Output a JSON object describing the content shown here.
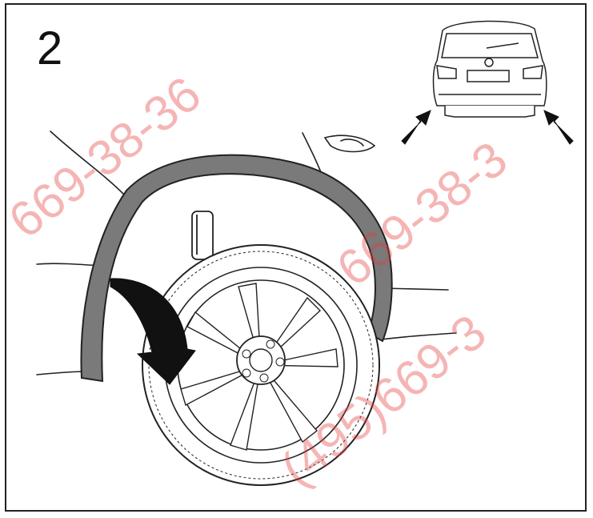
{
  "step_number": "2",
  "watermark": {
    "top": "669-38-36",
    "middle": "669-38-3",
    "bottom": "(495)669-3"
  },
  "colors": {
    "outline": "#222222",
    "fender_fill": "#7a7a7a",
    "watermark": "#e63c3c"
  },
  "icons": [
    "rotation-arrow-icon",
    "pointer-arrow-icon"
  ]
}
